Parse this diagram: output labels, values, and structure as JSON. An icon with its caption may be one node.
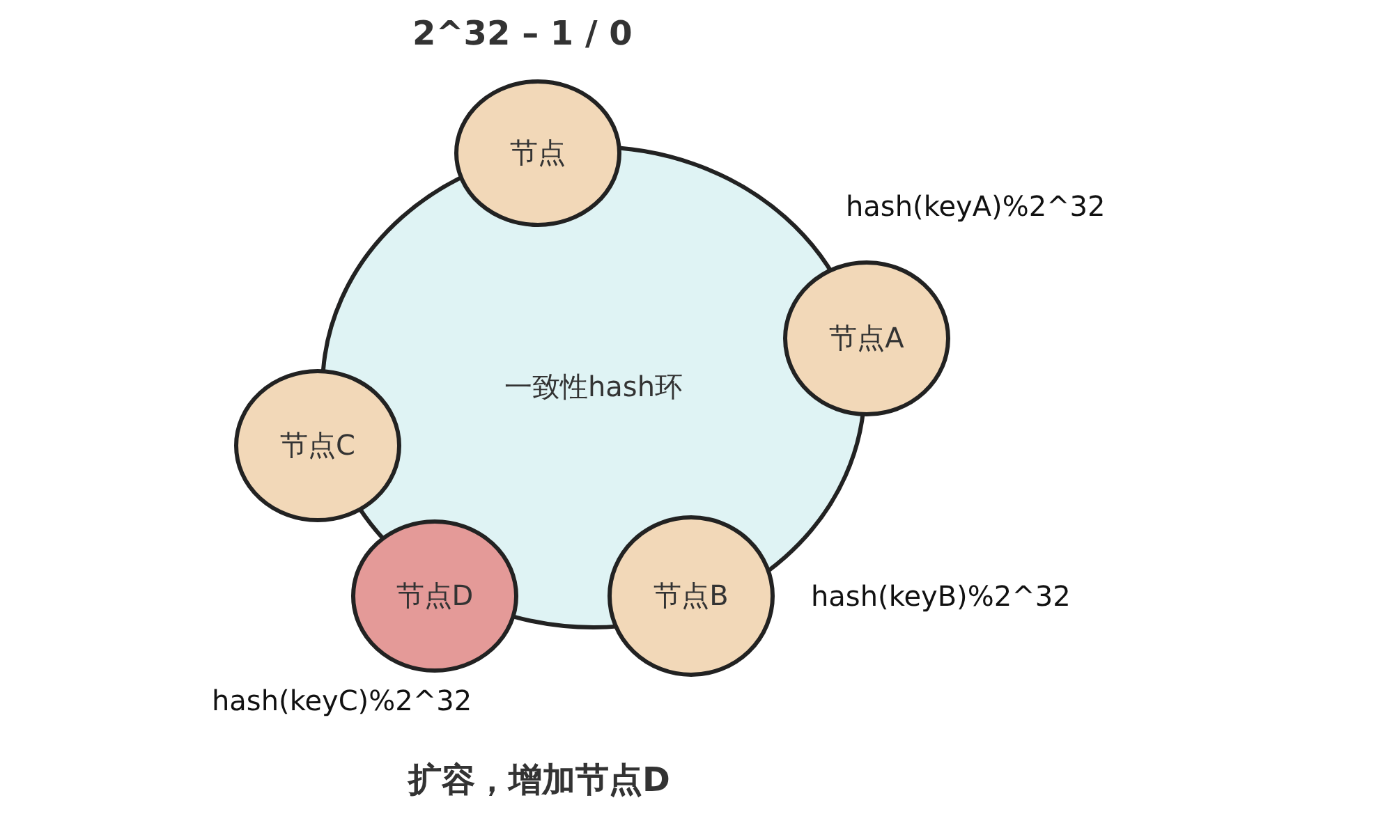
{
  "diagram": {
    "caption": "扩容，增加节点D",
    "nodes": [
      {
        "text": [
          "一致性hash环"
        ]
      },
      {
        "text": [
          "节点"
        ],
        "beside": [
          "2^32 – 1 / 0"
        ]
      },
      {
        "text": [
          "节点A"
        ]
      },
      {
        "text": [
          "节点C"
        ]
      },
      {
        "text": [
          "节点D"
        ],
        "beside": [
          "hash(keyC)%2^32"
        ]
      },
      {
        "text": [
          "节点B"
        ]
      }
    ],
    "labels": [
      "hash(keyA)%2^32",
      "hash(keyB)%2^32"
    ]
  }
}
